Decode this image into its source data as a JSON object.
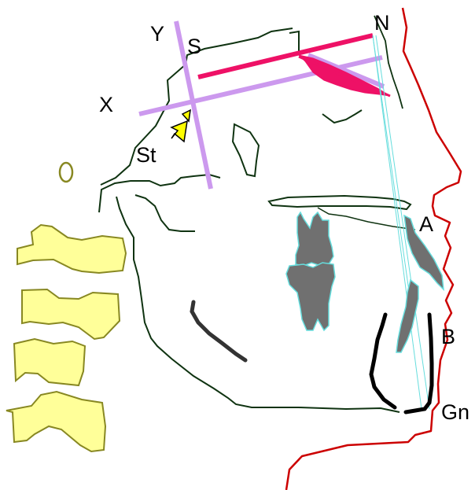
{
  "labels": {
    "y_axis": "Y",
    "s_point": "S",
    "n_point": "N",
    "x_axis": "X",
    "st_point": "St",
    "a_point": "A",
    "b_point": "B",
    "gn_point": "Gn"
  },
  "colors": {
    "soft_tissue_profile": "#cc0000",
    "bone_outline": "#0f3311",
    "sn_line": "#ee1166",
    "reference_axes": "#cc99ee",
    "teeth_fill": "#707070",
    "teeth_outline": "#66dddd",
    "vertebrae_fill": "#ffff99",
    "vertebrae_outline": "#888822",
    "arrow": "#ffff00",
    "facial_lines": "#66dddd"
  }
}
